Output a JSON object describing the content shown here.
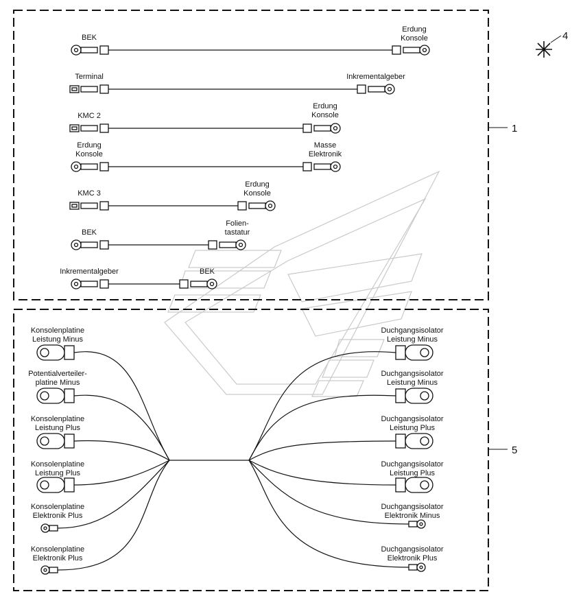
{
  "callouts": {
    "group1": "1",
    "group4": "4",
    "group5": "5"
  },
  "group1": {
    "cables": [
      {
        "left": [
          "BEK"
        ],
        "right": [
          "Erdung",
          "Konsole"
        ]
      },
      {
        "left": [
          "Terminal"
        ],
        "right": [
          "Inkrementalgeber"
        ]
      },
      {
        "left": [
          "KMC 2"
        ],
        "right": [
          "Erdung",
          "Konsole"
        ]
      },
      {
        "left": [
          "Erdung",
          "Konsole"
        ],
        "right": [
          "Masse",
          "Elektronik"
        ]
      },
      {
        "left": [
          "KMC 3"
        ],
        "right": [
          "Erdung",
          "Konsole"
        ]
      },
      {
        "left": [
          "BEK"
        ],
        "right": [
          "Folien-",
          "tastatur"
        ]
      },
      {
        "left": [
          "Inkrementalgeber"
        ],
        "right": [
          "BEK"
        ]
      }
    ]
  },
  "group5": {
    "left_ends": [
      [
        "Konsolenplatine",
        "Leistung Minus"
      ],
      [
        "Potentialverteiler-",
        "platine Minus"
      ],
      [
        "Konsolenplatine",
        "Leistung Plus"
      ],
      [
        "Konsolenplatine",
        "Leistung Plus"
      ],
      [
        "Konsolenplatine",
        "Elektronik Plus"
      ],
      [
        "Konsolenplatine",
        "Elektronik Plus"
      ]
    ],
    "right_ends": [
      [
        "Duchgangsisolator",
        "Leistung Minus"
      ],
      [
        "Duchgangsisolator",
        "Leistung Minus"
      ],
      [
        "Duchgangsisolator",
        "Leistung Plus"
      ],
      [
        "Duchgangsisolator",
        "Leistung Plus"
      ],
      [
        "Duchgangsisolator",
        "Elektronik Minus"
      ],
      [
        "Duchgangsisolator",
        "Elektronik Plus"
      ]
    ]
  }
}
